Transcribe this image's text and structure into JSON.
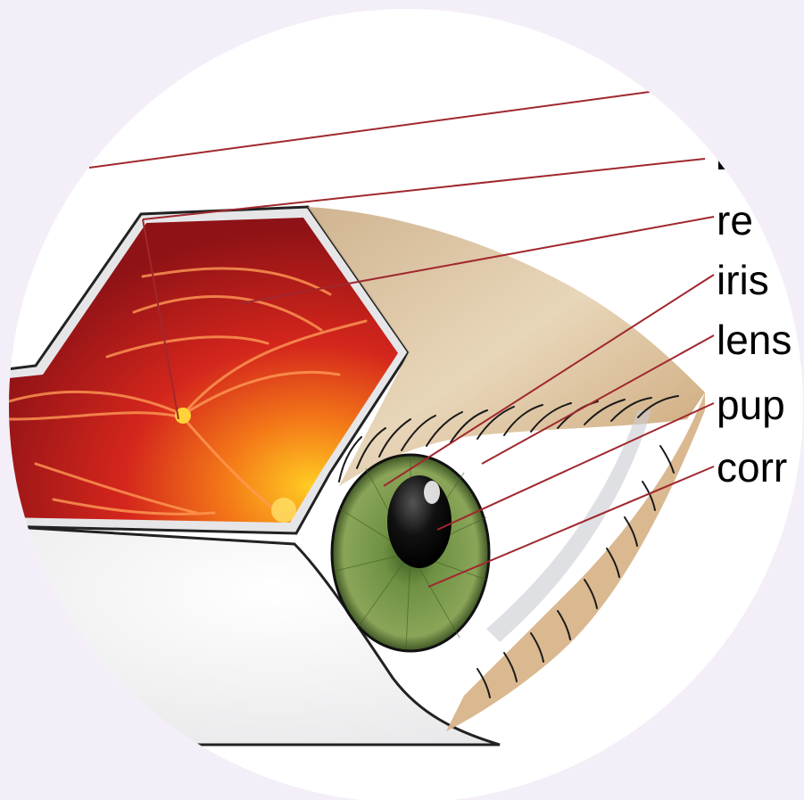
{
  "labels": [
    {
      "id": "retina",
      "text": "re"
    },
    {
      "id": "iris",
      "text": "iris"
    },
    {
      "id": "lens",
      "text": "lens"
    },
    {
      "id": "pupil",
      "text": "pup"
    },
    {
      "id": "cornea",
      "text": "corr"
    }
  ],
  "colors": {
    "background": "#f3eef8",
    "leader_line": "#a0282e",
    "retina_dark": "#8e1216",
    "retina_bright": "#ffb21a",
    "iris_green": "#6e9143",
    "eyelid_skin": "#dcc4a1",
    "sclera": "#ffffff"
  }
}
